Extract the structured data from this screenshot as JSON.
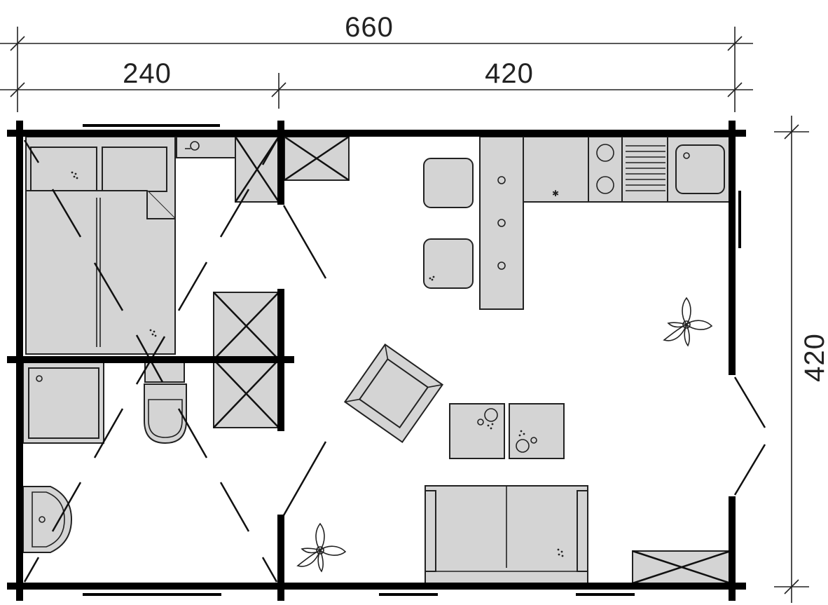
{
  "dimensions": {
    "total_width": "660",
    "left_width": "240",
    "right_width": "420",
    "height": "420"
  },
  "colors": {
    "wall": "#000000",
    "furniture_fill": "#d4d4d4",
    "furniture_stroke": "#222222",
    "background": "#ffffff"
  }
}
